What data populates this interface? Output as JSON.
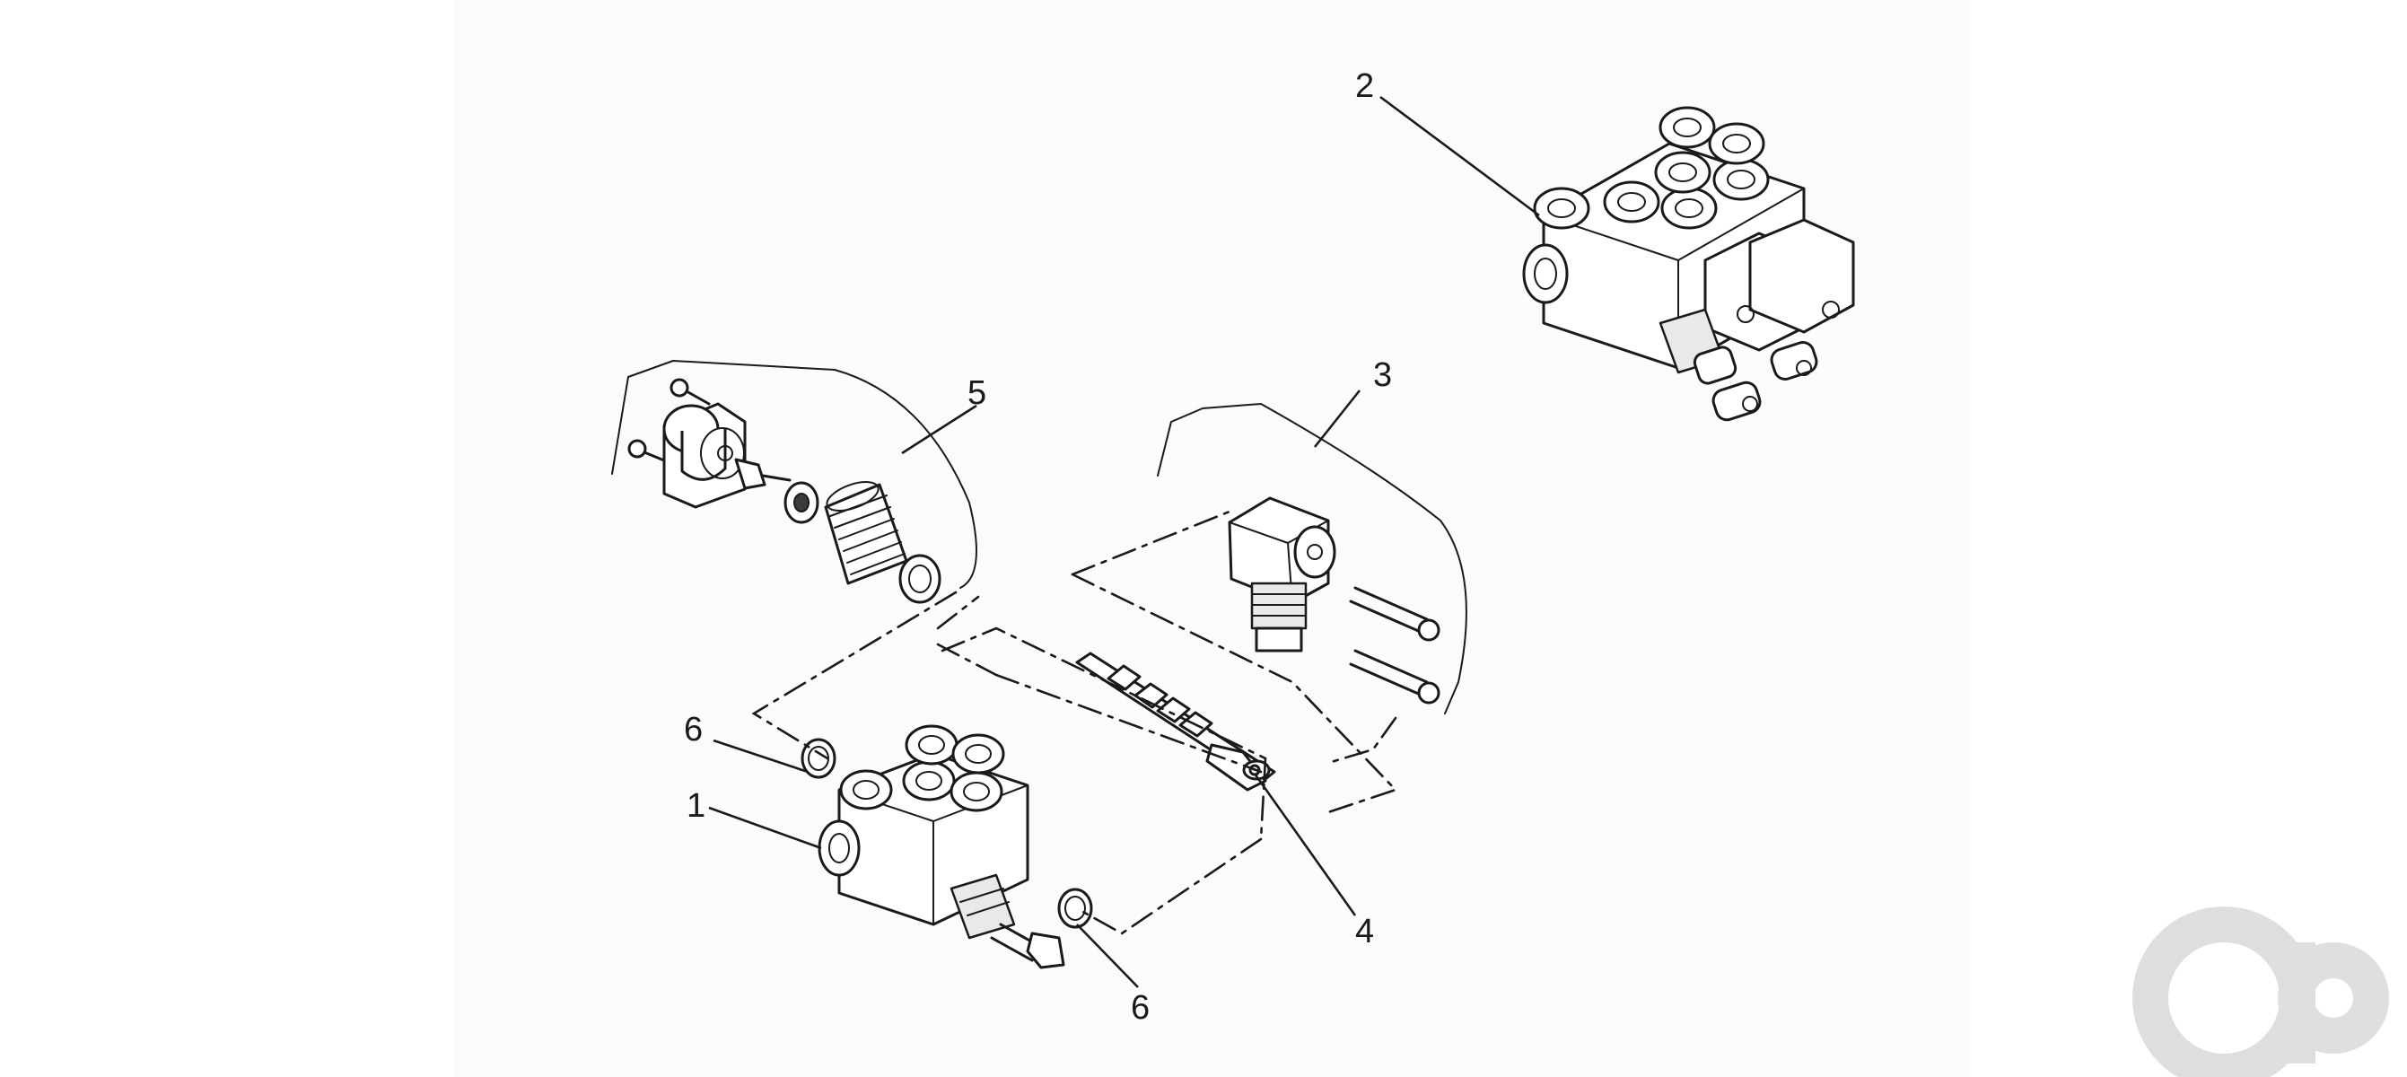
{
  "callouts": [
    {
      "id": "callout-1",
      "text": "1"
    },
    {
      "id": "callout-2",
      "text": "2"
    },
    {
      "id": "callout-3",
      "text": "3"
    },
    {
      "id": "callout-4",
      "text": "4"
    },
    {
      "id": "callout-5",
      "text": "5"
    },
    {
      "id": "callout-6a",
      "text": "6"
    },
    {
      "id": "callout-6b",
      "text": "6"
    }
  ],
  "colors": {
    "line": "#1a1a1a",
    "background": "#ffffff",
    "paper": "#fbfbfb",
    "watermark": "#dedede"
  },
  "watermark": {
    "icon": "ao-logo-watermark"
  }
}
